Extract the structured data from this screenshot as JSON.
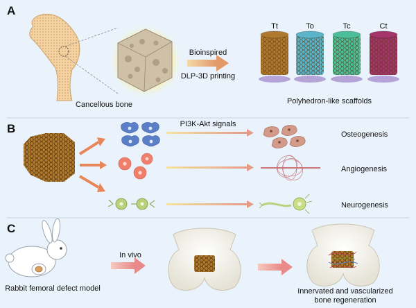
{
  "panels": {
    "a": "A",
    "b": "B",
    "c": "C"
  },
  "panel_a": {
    "bone_label": "Cancellous bone",
    "arrow_top": "Bioinspired",
    "arrow_bottom": "DLP-3D printing",
    "scaffolds": [
      {
        "label": "Tt",
        "color": "#b07a2e",
        "base": "#b5a4d8"
      },
      {
        "label": "To",
        "color": "#5bb4c9",
        "base": "#b5a4d8"
      },
      {
        "label": "Tc",
        "color": "#4cbf9a",
        "base": "#b5a4d8"
      },
      {
        "label": "Ct",
        "color": "#a3356b",
        "base": "#b5a4d8"
      }
    ],
    "scaffolds_label": "Polyhedron-like scaffolds"
  },
  "panel_b": {
    "signal_label": "PI3K-Akt signals",
    "outcomes": [
      "Osteogenesis",
      "Angiogenesis",
      "Neurogenesis"
    ]
  },
  "panel_c": {
    "model_label": "Rabbit femoral defect model",
    "arrow_label": "In vivo",
    "result_line1": "Innervated and vascularized",
    "result_line2": "bone regeneration"
  },
  "colors": {
    "background": "#eaf3fb",
    "scaffold_bronze": "#b07a2e",
    "arrow_orange": "#e8865a",
    "arrow_peach": "#e9b7a0"
  }
}
